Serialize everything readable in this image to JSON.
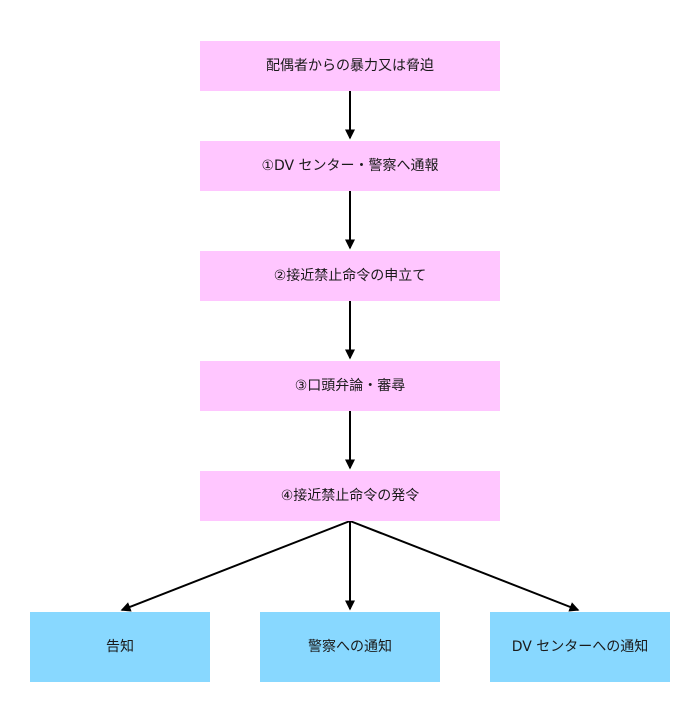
{
  "flow": {
    "steps": [
      "配偶者からの暴力又は脅迫",
      "①DV センター・警察へ通報",
      "②接近禁止命令の申立て",
      "③口頭弁論・審尋",
      "④接近禁止命令の発令"
    ],
    "outcomes": [
      "告知",
      "警察への通知",
      "DV センターへの通知"
    ]
  },
  "colors": {
    "step_fill": "#ffc6ff",
    "outcome_fill": "#88d8ff",
    "line": "#000000"
  }
}
